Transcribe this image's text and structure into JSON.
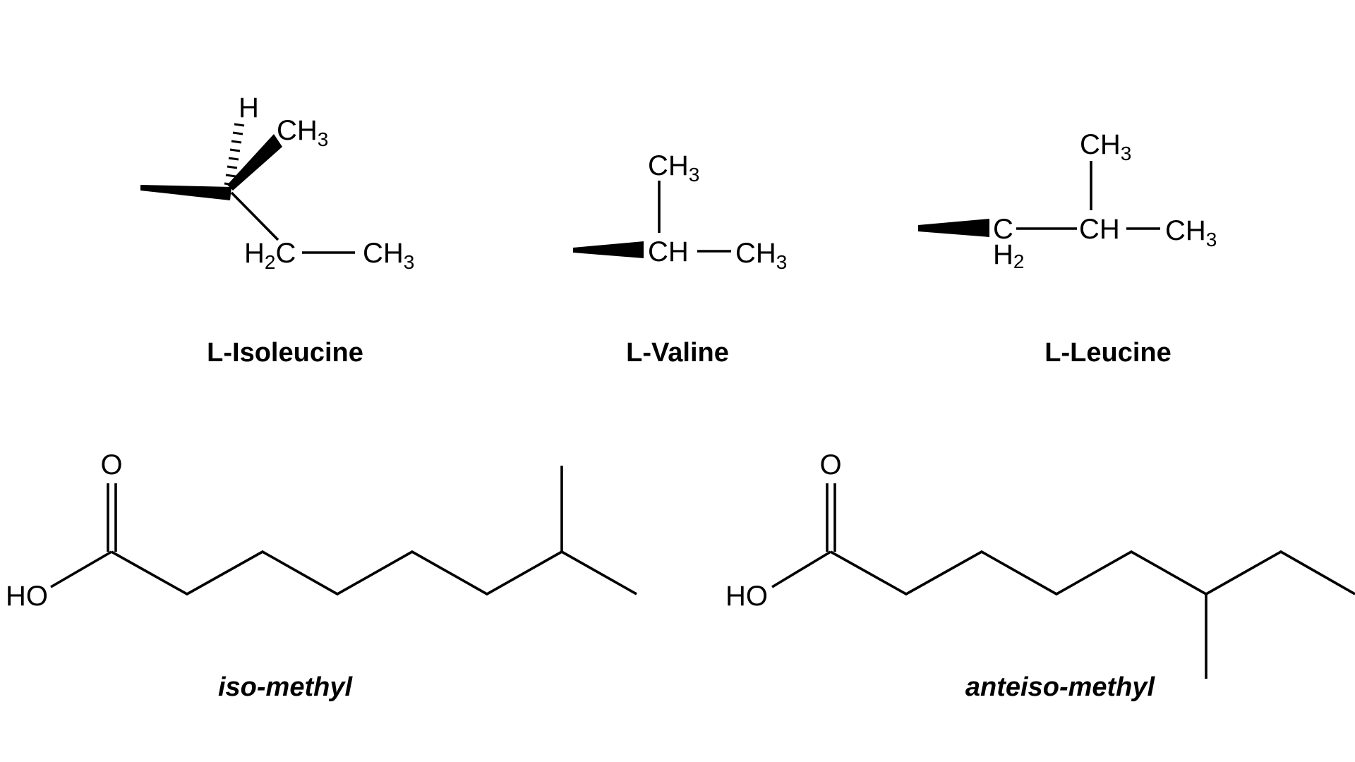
{
  "molecules": {
    "isoleucine": {
      "name": "L-Isoleucine",
      "atoms": {
        "h": "H",
        "ch3_top": "CH",
        "ch3_top_sub": "3",
        "h2c_h": "H",
        "h2c_sub": "2",
        "h2c_c": "C",
        "ch3_right": "CH",
        "ch3_right_sub": "3"
      }
    },
    "valine": {
      "name": "L-Valine",
      "atoms": {
        "ch3_top": "CH",
        "ch3_top_sub": "3",
        "ch": "CH",
        "ch3_right": "CH",
        "ch3_right_sub": "3"
      }
    },
    "leucine": {
      "name": "L-Leucine",
      "atoms": {
        "ch3_top": "CH",
        "ch3_top_sub": "3",
        "c": "C",
        "h2_h": "H",
        "h2_sub": "2",
        "ch": "CH",
        "ch3_right": "CH",
        "ch3_right_sub": "3"
      }
    },
    "iso_methyl": {
      "name": "iso-methyl",
      "atoms": {
        "o": "O",
        "ho": "HO"
      }
    },
    "anteiso_methyl": {
      "name": "anteiso-methyl",
      "atoms": {
        "o": "O",
        "ho": "HO"
      }
    }
  }
}
